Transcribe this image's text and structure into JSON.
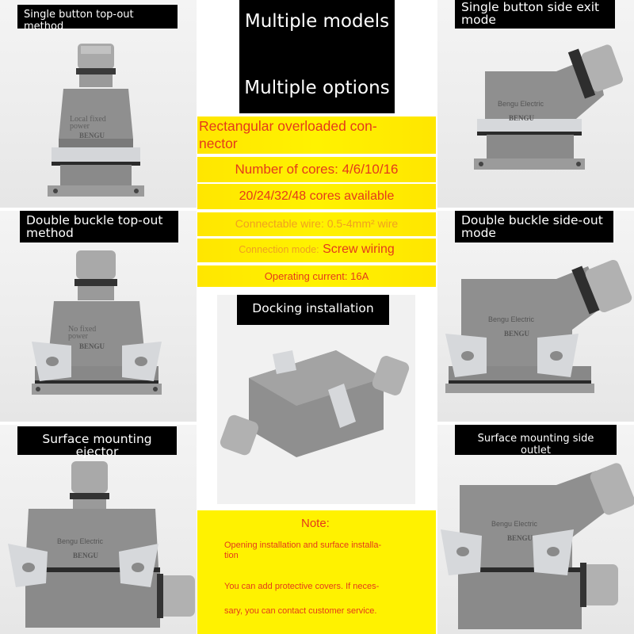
{
  "panels": {
    "top_left_label": "Single button top-out method",
    "top_right_label": "Single button side exit mode",
    "mid_left_label": "Double buckle top-out method",
    "mid_right_label": "Double buckle side-out mode",
    "bottom_left_label": "Surface mounting ejector",
    "bottom_right_label": "Surface mounting side outlet",
    "center_label": "Docking installation"
  },
  "product_text": {
    "top_left_1": "Local fixed",
    "top_left_2": "power",
    "top_left_3": "BENGU",
    "top_right_1": "Bengu Electric",
    "top_right_2": "BENGU",
    "mid_left_1": "No fixed",
    "mid_left_2": "power",
    "mid_left_3": "BENGU",
    "mid_right_1": "Bengu Electric",
    "mid_right_2": "BENGU",
    "bottom_left_1": "Bengu Electric",
    "bottom_left_2": "BENGU",
    "bottom_right_1": "Bengu Electric",
    "bottom_right_2": "BENGU"
  },
  "banner": {
    "line1": "Multiple models",
    "line2": "Multiple options"
  },
  "specs": {
    "title_1": "Rectangular overloaded con-",
    "title_2": "nector",
    "cores": "Number of cores: 4/6/10/16",
    "available": "20/24/32/48 cores available",
    "wire": "Connectable wire: 0.5-4mm² wire",
    "mode_prefix": "Connection mode:",
    "mode_value": "Screw wiring",
    "current": "Operating current: 16A"
  },
  "note": {
    "title": "Note:",
    "line1": "Opening installation and surface installa-",
    "line2": "tion",
    "line3": "You can add protective covers. If neces-",
    "line4": "sary, you can contact customer service."
  },
  "colors": {
    "yellow": "#fff200",
    "red_text": "#e43a1b",
    "housing": "#8c8c8c",
    "metal": "#cfd2d6"
  }
}
